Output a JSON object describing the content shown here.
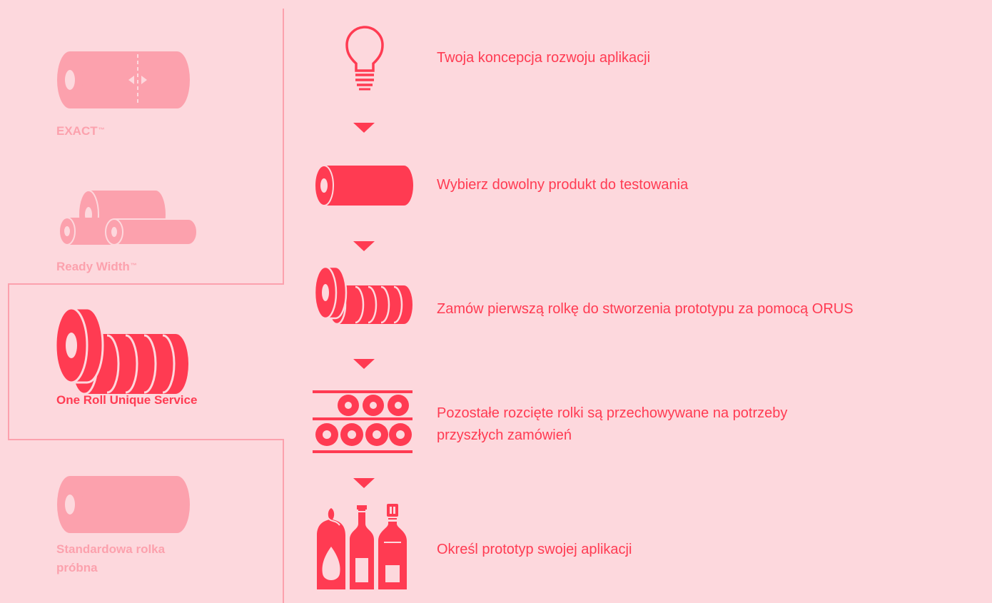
{
  "tabs": {
    "exact": {
      "label": "EXACT",
      "tm": "™"
    },
    "ready_width": {
      "label": "Ready Width",
      "tm": "™"
    },
    "orus": {
      "label": "One Roll Unique Service"
    },
    "standard": {
      "label_line1": "Standardowa rolka",
      "label_line2": "próbna"
    }
  },
  "steps": [
    {
      "icon": "lightbulb-icon",
      "text": "Twoja koncepcja rozwoju aplikacji"
    },
    {
      "icon": "roll-icon",
      "text": "Wybierz dowolny produkt do testowania"
    },
    {
      "icon": "slit-rolls-icon",
      "text": "Zamów pierwszą rolkę do stworzenia prototypu za pomocą ORUS"
    },
    {
      "icon": "stored-rolls-icon",
      "text_line1": "Pozostałe rozcięte rolki są przechowywane na potrzeby",
      "text_line2": "przyszłych zamówień"
    },
    {
      "icon": "bottles-icon",
      "text": "Określ prototyp swojej aplikacji"
    }
  ],
  "colors": {
    "background": "#fdd8dd",
    "accent": "#ff3b52",
    "inactive": "#fca1ad"
  }
}
